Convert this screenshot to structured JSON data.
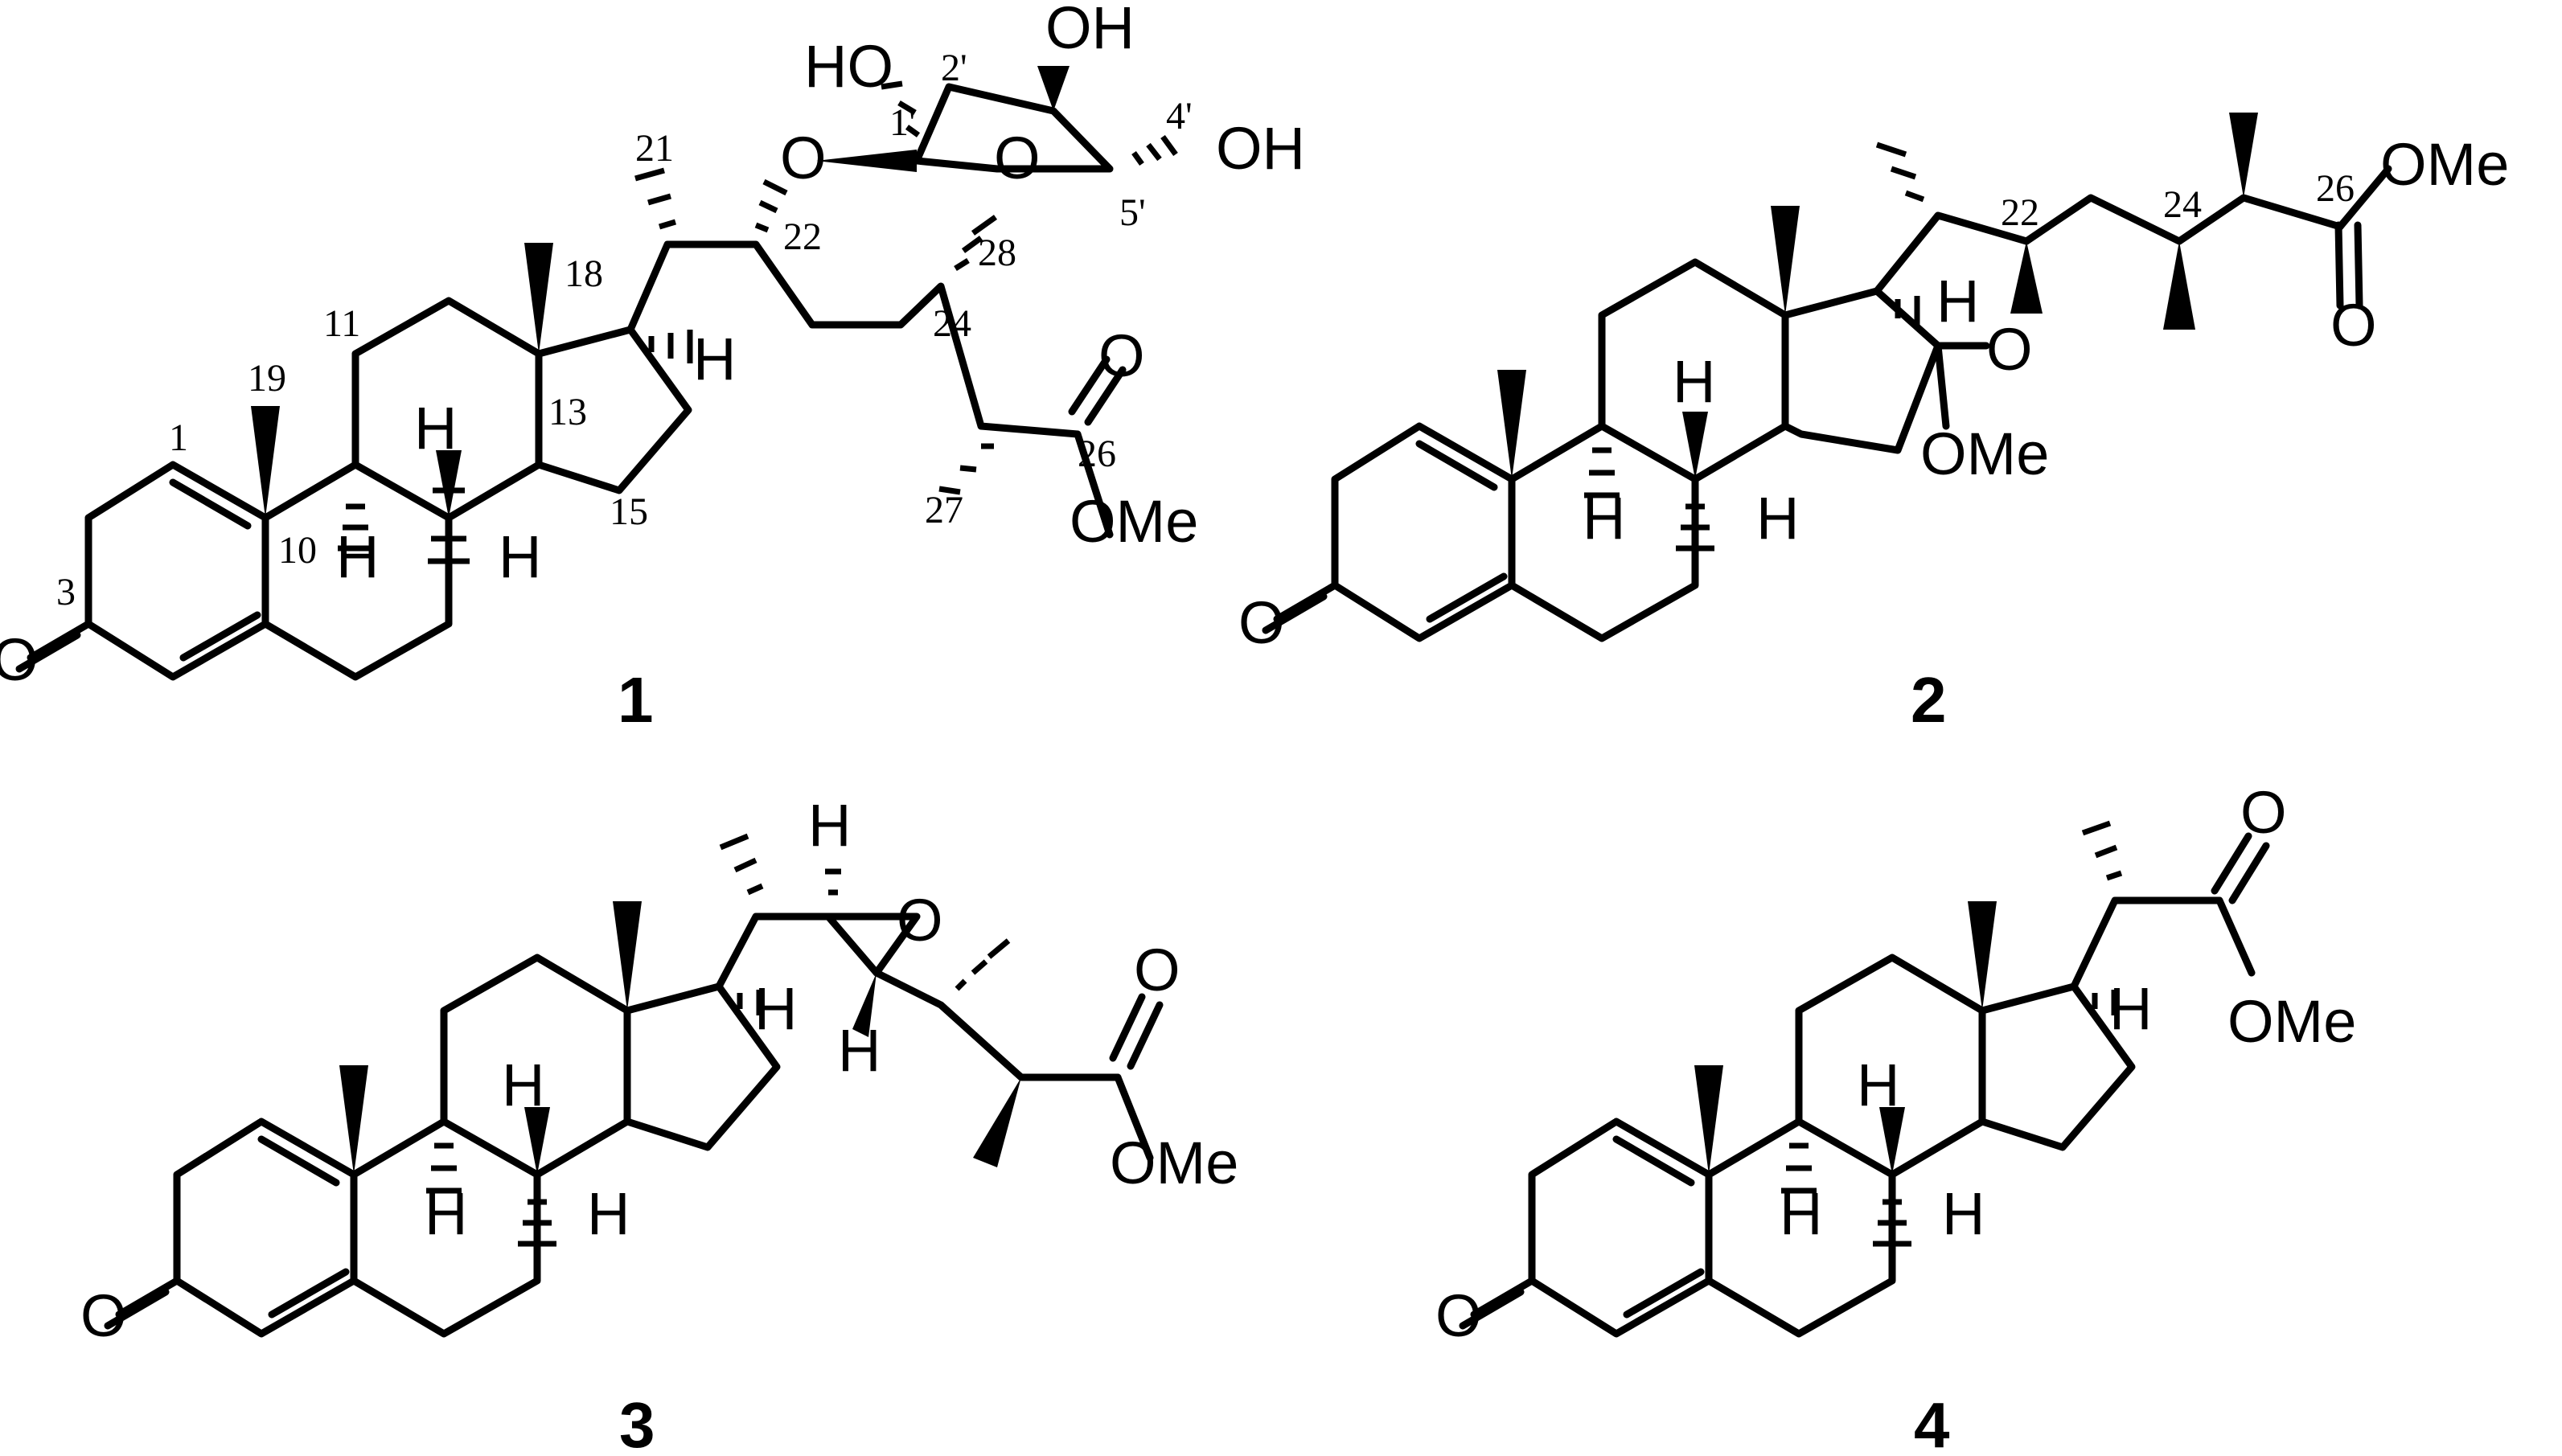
{
  "compounds": [
    {
      "id": "1",
      "atoms": {
        "O3": "O",
        "H9": "H",
        "H8": "H",
        "H14": "H",
        "H17": "H",
        "O22": "O",
        "O_ring": "O",
        "HO2": "HO",
        "OH3": "OH",
        "OH4": "OH",
        "O_carb": "O",
        "OMe": "OMe"
      },
      "locants": {
        "n1": "1",
        "n3": "3",
        "n10": "10",
        "n11": "11",
        "n13": "13",
        "n15": "15",
        "n18": "18",
        "n19": "19",
        "n21": "21",
        "n22": "22",
        "n24": "24",
        "n26": "26",
        "n27": "27",
        "n28": "28",
        "n1p": "1'",
        "n2p": "2'",
        "n4p": "4'",
        "n5p": "5'"
      }
    },
    {
      "id": "2",
      "atoms": {
        "O3": "O",
        "H9": "H",
        "H8": "H",
        "H14": "H",
        "H17": "H",
        "O_ring": "O",
        "OMe_acetal": "OMe",
        "O_carb": "O",
        "OMe": "OMe"
      },
      "locants": {
        "n22": "22",
        "n24": "24",
        "n26": "26"
      }
    },
    {
      "id": "3",
      "atoms": {
        "O3": "O",
        "H9": "H",
        "H8": "H",
        "H14": "H",
        "H17": "H",
        "H22": "H",
        "H23": "H",
        "O_epox": "O",
        "O_carb": "O",
        "OMe": "OMe"
      }
    },
    {
      "id": "4",
      "atoms": {
        "O3": "O",
        "H9": "H",
        "H8": "H",
        "H14": "H",
        "H17": "H",
        "O_carb": "O",
        "OMe": "OMe"
      }
    }
  ]
}
